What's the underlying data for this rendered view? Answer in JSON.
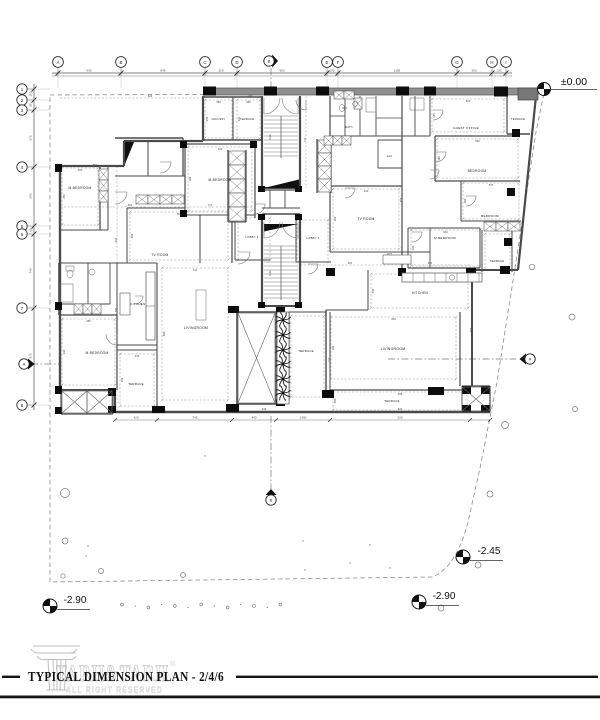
{
  "title": {
    "text": "TYPICAL DIMENSION PLAN  - 2/4/6"
  },
  "watermark": {
    "brand": "TARH&TARH",
    "registered": "®",
    "tagline": "ALL RIGHT RESERVED"
  },
  "levels": {
    "datum": "±0.00",
    "minus245": "-2.45",
    "minus290_mid": "-2.90",
    "minus290_left": "-2.90"
  },
  "grid": {
    "top": [
      "A",
      "B",
      "C",
      "D",
      "E",
      "F",
      "G",
      "H",
      "I"
    ],
    "left": [
      "1",
      "2",
      "3",
      "4",
      "5",
      "6",
      "7",
      "8"
    ]
  },
  "sections": {
    "vertical": "B",
    "vertical_bottom": "B",
    "horizontal_left": "A",
    "horizontal_right": "A"
  },
  "rooms": [
    {
      "label": "JACUZZI"
    },
    {
      "label": "TERRACE"
    },
    {
      "label": "M.BEDROOM"
    },
    {
      "label": "M.BEDROOM"
    },
    {
      "label": "TV ROOM"
    },
    {
      "label": "KITCHEN"
    },
    {
      "label": "LIVINGROOM"
    },
    {
      "label": "M.BEDROOM"
    },
    {
      "label": "TERRACE"
    },
    {
      "label": "TERRACE"
    },
    {
      "label": "GUEST OFFICE"
    },
    {
      "label": "TERRACE"
    },
    {
      "label": "BEDROOM"
    },
    {
      "label": "TV ROOM"
    },
    {
      "label": "BEDROOM"
    },
    {
      "label": "M.BEDROOM"
    },
    {
      "label": "TERRACE"
    },
    {
      "label": "KITCHEN"
    },
    {
      "label": "LIVINGROOM"
    },
    {
      "label": "TERRACE"
    },
    {
      "label": "LOBBY 1"
    },
    {
      "label": "LOBBY 2"
    },
    {
      "label": "KIT."
    },
    {
      "label": "LAU."
    },
    {
      "label": "W.C"
    },
    {
      "label": "BATH"
    }
  ],
  "dims": {
    "top": [
      "630",
      "845",
      "320",
      "900",
      "105",
      "1195",
      "350",
      "135"
    ],
    "left": [
      "110",
      "95",
      "575",
      "590",
      "80",
      "740",
      "975"
    ],
    "bottom": [
      "420",
      "745",
      "440",
      "1400",
      "200"
    ],
    "stair": "5x30",
    "room_w": [
      "380",
      "585",
      "300",
      "420",
      "560",
      "710",
      "455",
      "345",
      "620",
      "590",
      "575",
      "640",
      "410",
      "360",
      "300",
      "298"
    ],
    "room_h": [
      "450",
      "420",
      "250",
      "360",
      "585",
      "460",
      "330",
      "250",
      "345",
      "398",
      "360",
      "330",
      "260",
      "240",
      "200",
      "180"
    ]
  },
  "colors": {
    "wall_dark": "#3d3d3d",
    "wall_mid": "#6e6e6e",
    "column_black": "#0c0c0c",
    "dash_gray": "#9a9a9a",
    "boundary_gray": "#8c8c8c",
    "accent_black": "#111111"
  }
}
